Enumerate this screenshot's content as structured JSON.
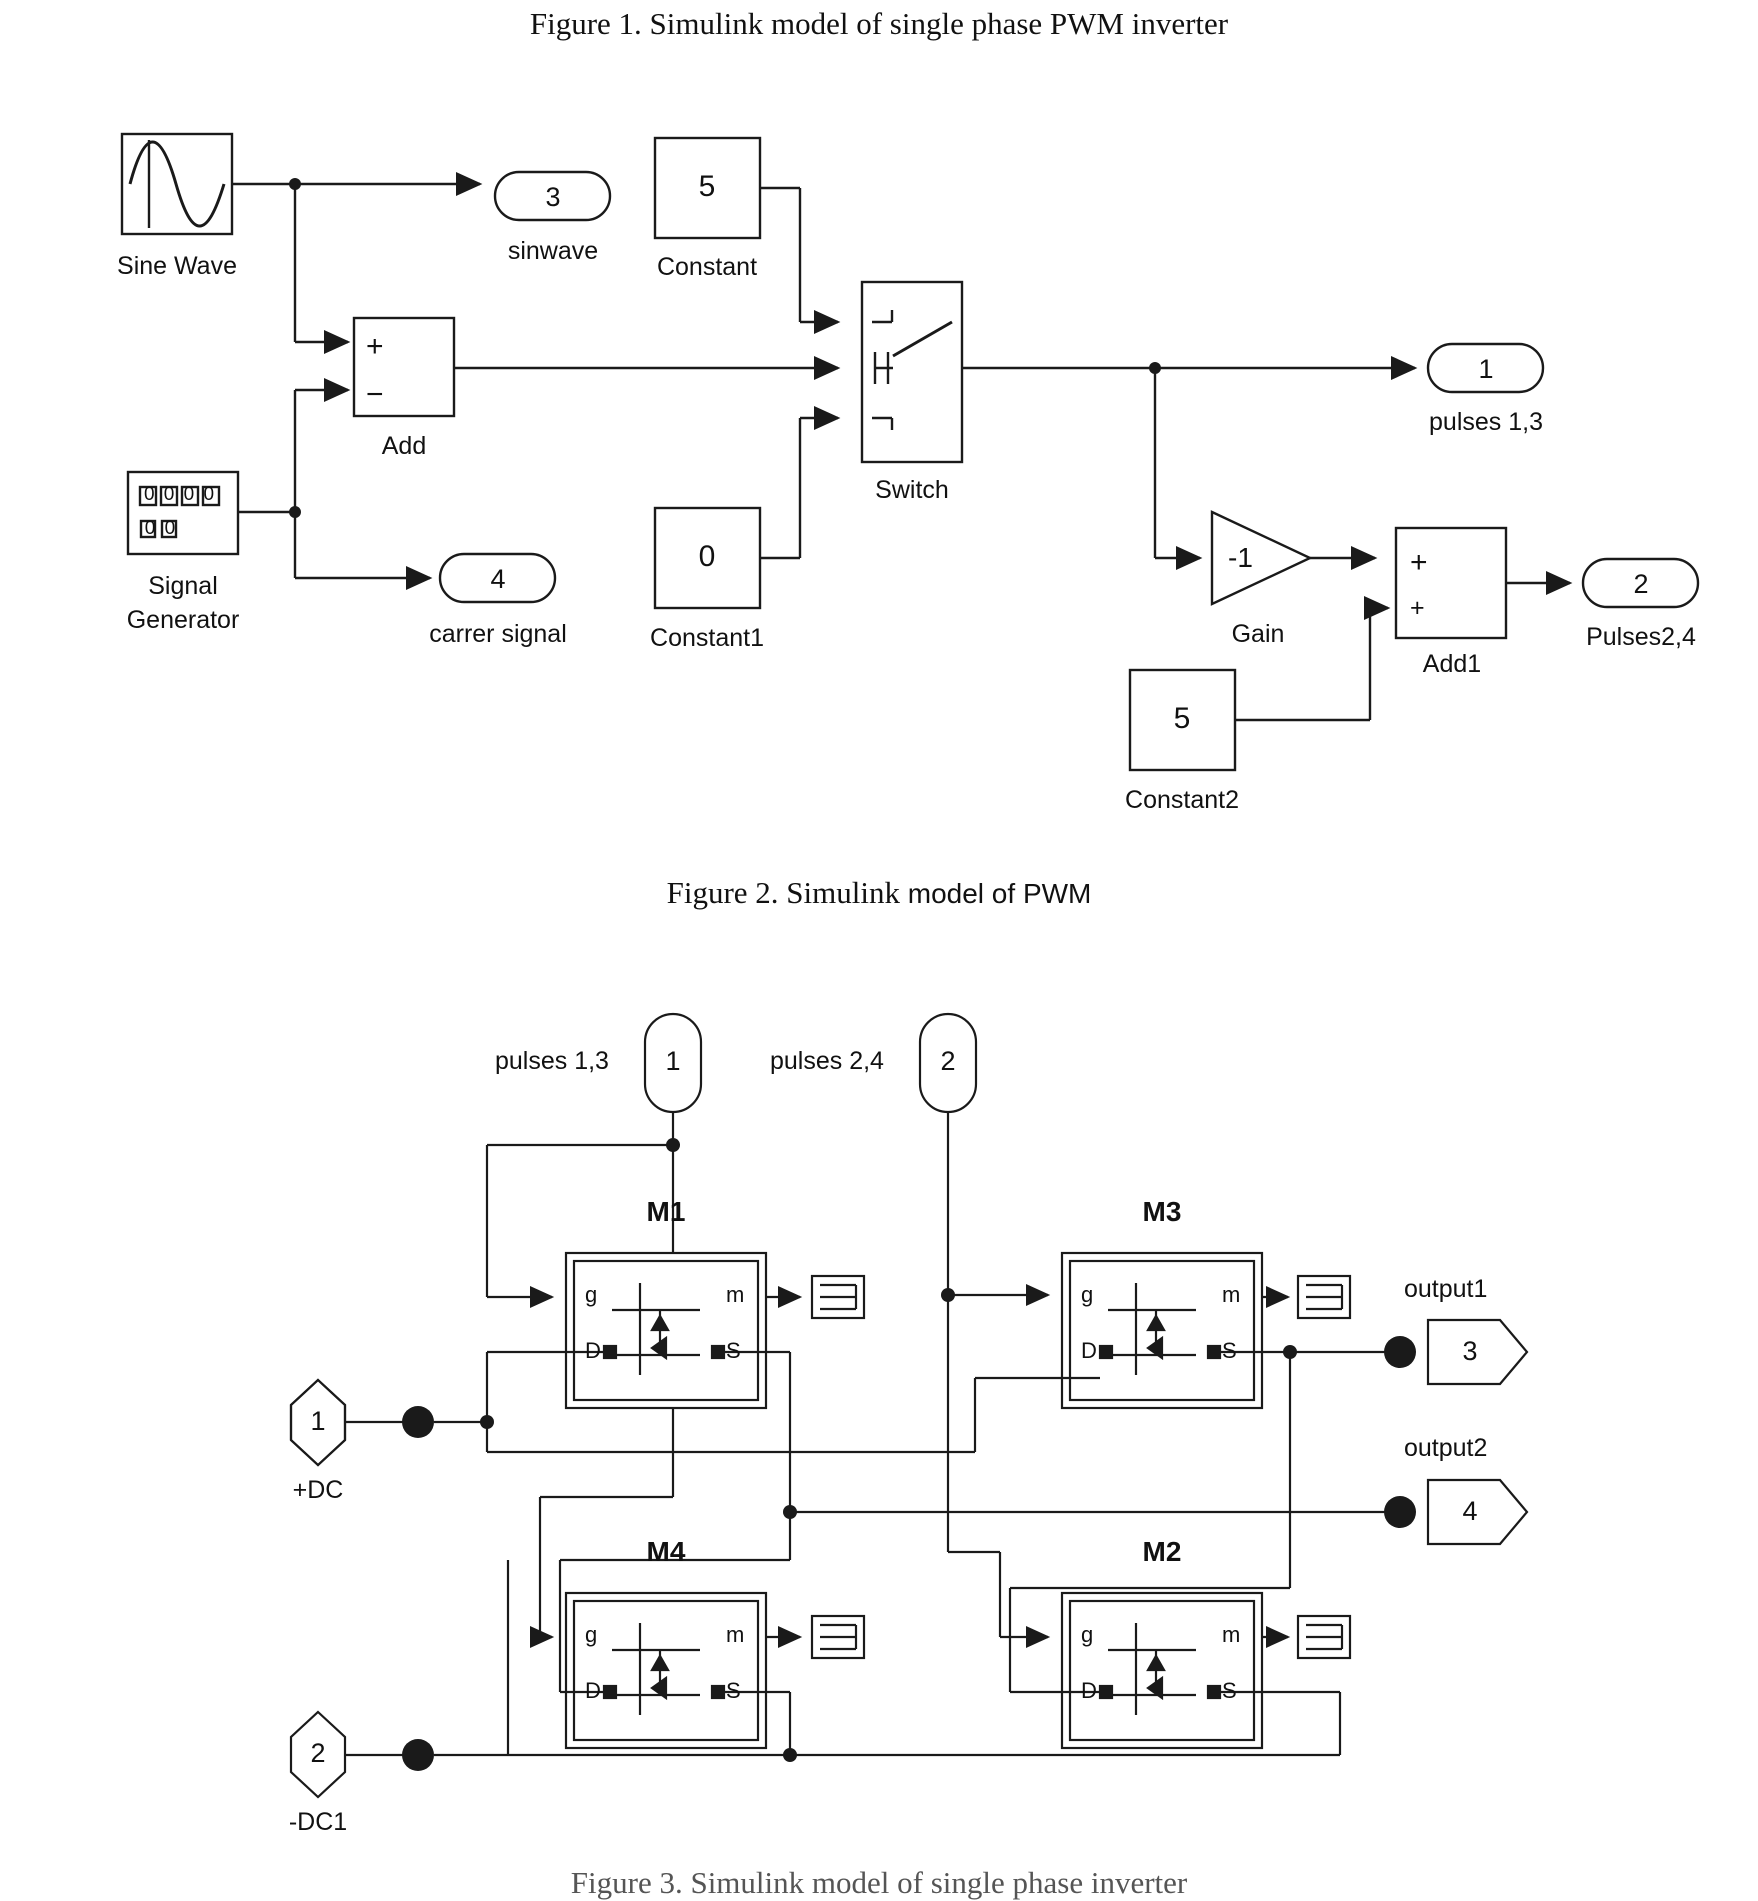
{
  "captions": {
    "fig1": "Figure 1. Simulink model of single phase PWM inverter",
    "fig2_a": "Figure 2. Simulink ",
    "fig2_b": "model of PWM",
    "fig3": "Figure 3. Simulink model of single phase inverter"
  },
  "fig2": {
    "blocks": {
      "sine_wave": "Sine Wave",
      "signal_generator_l1": "Signal",
      "signal_generator_l2": "Generator",
      "add": "Add",
      "add_plus": "+",
      "add_minus": "−",
      "constant": "Constant",
      "constant_value": "5",
      "constant1": "Constant1",
      "constant1_value": "0",
      "constant2": "Constant2",
      "constant2_value": "5",
      "switch": "Switch",
      "gain": "Gain",
      "gain_value": "-1",
      "add1": "Add1",
      "add1_plus_a": "+",
      "add1_plus_b": "+"
    },
    "ports": {
      "sinwave_num": "3",
      "sinwave_label": "sinwave",
      "carrier_num": "4",
      "carrier_label": "carrer signal",
      "pulses13_num": "1",
      "pulses13_label": "pulses 1,3",
      "pulses24_num": "2",
      "pulses24_label": "Pulses2,4"
    },
    "signal_gen_display": {
      "row1": "0 0 0 0",
      "row2": "0 0"
    }
  },
  "fig3": {
    "inports": {
      "pulses13_label": "pulses 1,3",
      "pulses13_num": "1",
      "pulses24_label": "pulses 2,4",
      "pulses24_num": "2",
      "plus_dc_num": "1",
      "plus_dc_label": "+DC",
      "minus_dc_num": "2",
      "minus_dc_label": "-DC1"
    },
    "outports": {
      "output1_label": "output1",
      "output1_num": "3",
      "output2_label": "output2",
      "output2_num": "4"
    },
    "mosfets": [
      {
        "name": "M1",
        "g": "g",
        "m": "m",
        "d": "D",
        "s": "S"
      },
      {
        "name": "M3",
        "g": "g",
        "m": "m",
        "d": "D",
        "s": "S"
      },
      {
        "name": "M4",
        "g": "g",
        "m": "m",
        "d": "D",
        "s": "S"
      },
      {
        "name": "M2",
        "g": "g",
        "m": "m",
        "d": "D",
        "s": "S"
      }
    ]
  },
  "colors": {
    "line": "#1a1a1a",
    "text": "#111111",
    "background": "#ffffff"
  }
}
